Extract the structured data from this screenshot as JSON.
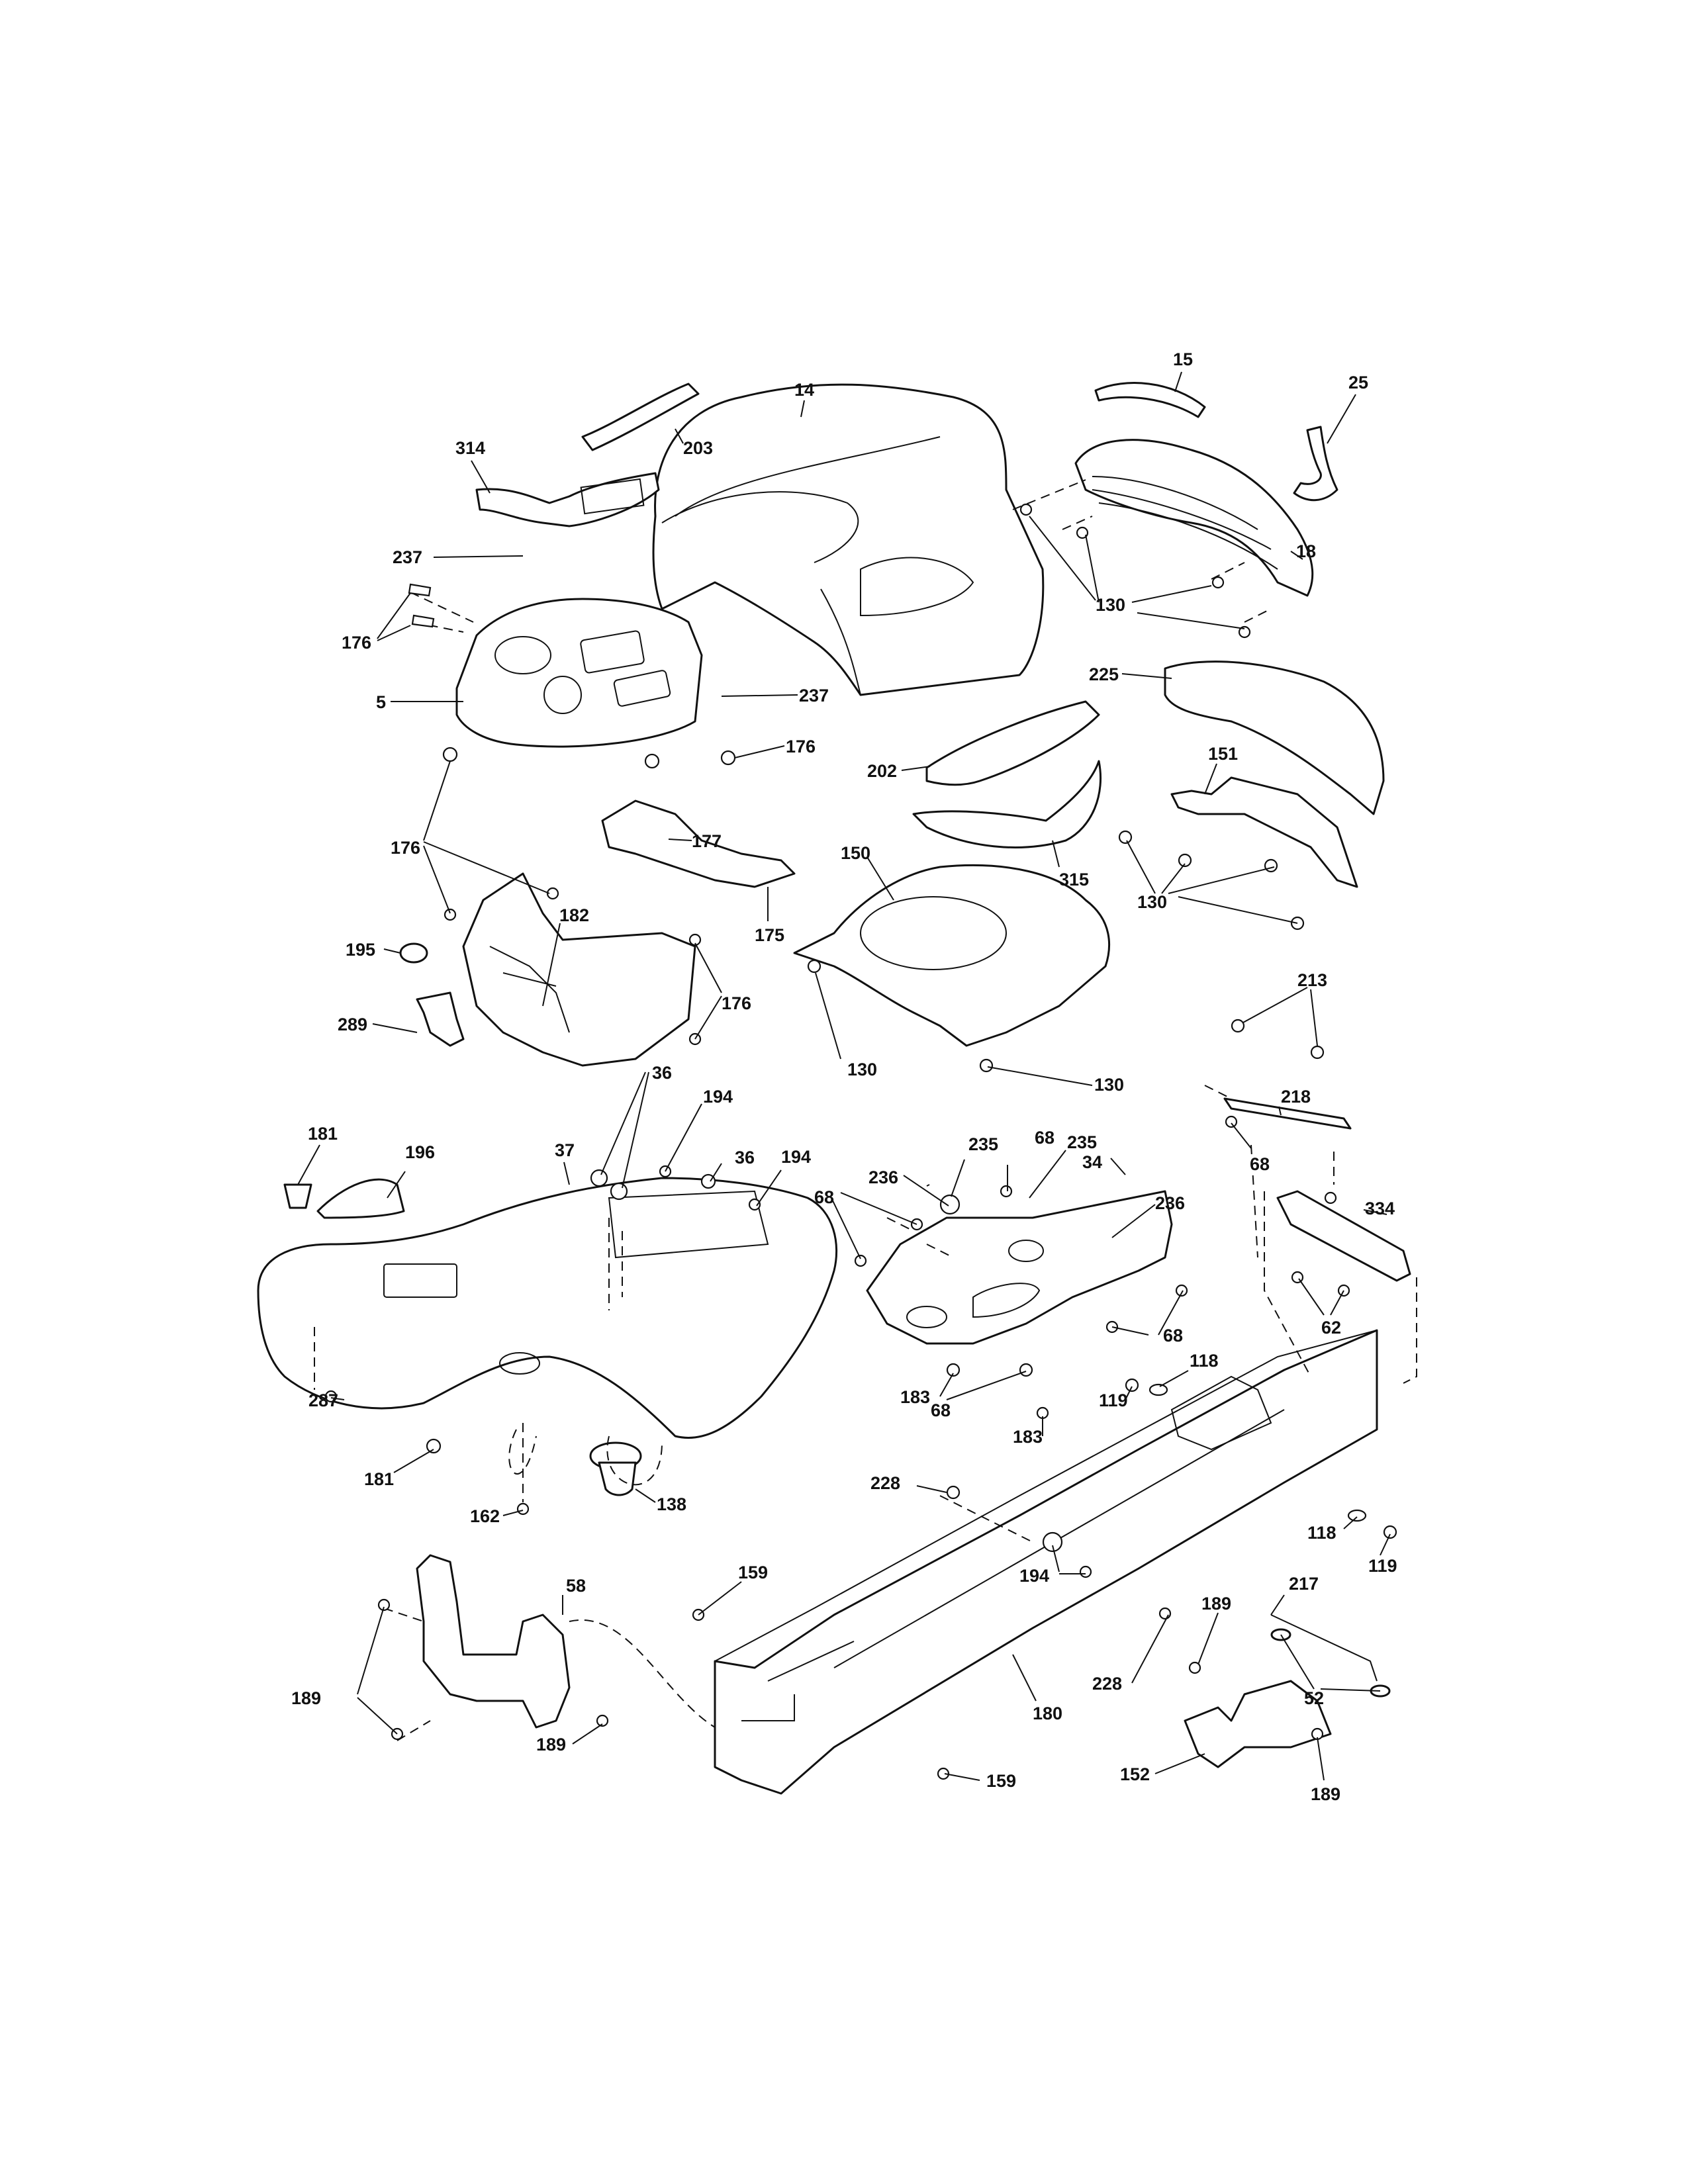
{
  "diagram": {
    "callouts": [
      "14",
      "15",
      "25",
      "314",
      "203",
      "237",
      "18",
      "130",
      "176",
      "5",
      "237",
      "176",
      "225",
      "202",
      "151",
      "177",
      "176",
      "150",
      "315",
      "130",
      "195",
      "182",
      "175",
      "176",
      "289",
      "130",
      "213",
      "130",
      "218",
      "36",
      "194",
      "181",
      "196",
      "37",
      "36",
      "194",
      "68",
      "235",
      "235",
      "34",
      "236",
      "68",
      "236",
      "68",
      "334",
      "62",
      "68",
      "118",
      "183",
      "68",
      "183",
      "119",
      "287",
      "181",
      "162",
      "138",
      "228",
      "118",
      "194",
      "119",
      "159",
      "189",
      "217",
      "58",
      "52",
      "189",
      "228",
      "189",
      "180",
      "159",
      "152",
      "189"
    ]
  }
}
